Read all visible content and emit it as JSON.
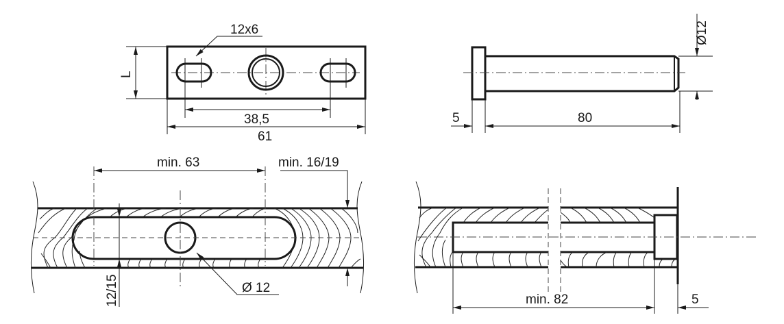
{
  "views": {
    "plate_top": {
      "slot_label": "12x6",
      "height_label": "L",
      "hole_spacing": "38,5",
      "overall_length": "61"
    },
    "pin_side": {
      "diameter_label": "Ø12",
      "head_thickness": "5",
      "shank_length": "80"
    },
    "board_slot": {
      "slot_length": "min. 63",
      "edge_distance": "min. 16/19",
      "slot_width": "12/15",
      "hole_diameter": "Ø 12"
    },
    "board_bore": {
      "bore_depth": "min. 82",
      "head_recess": "5"
    }
  }
}
